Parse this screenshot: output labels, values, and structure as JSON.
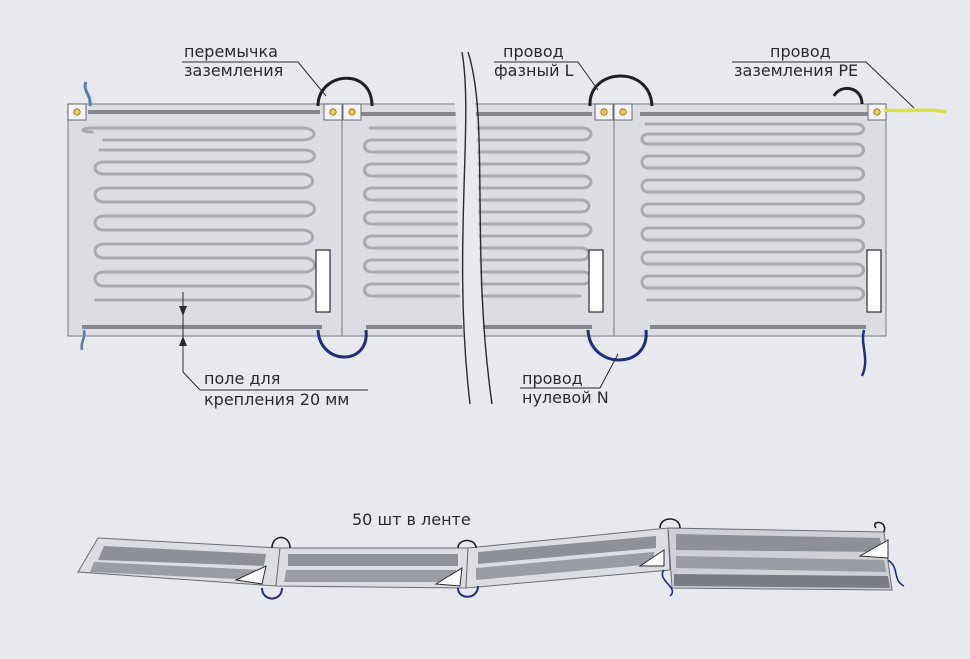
{
  "labels": {
    "ground_jumper": [
      "перемычка",
      "заземления"
    ],
    "phase_wire": [
      "провод",
      "фазный L"
    ],
    "ground_wire": [
      "провод",
      "заземления PE"
    ],
    "mount_field": [
      "поле для",
      "крепления 20 мм"
    ],
    "neutral_wire": [
      "провод",
      "нулевой N"
    ],
    "roll_caption": "50 шт в ленте"
  },
  "colors": {
    "background": "#e8e9ee",
    "panel": "#dcdde2",
    "heating_cable": "#a8aab2",
    "busbar": "#85878f",
    "phase_wire": "#1f1f24",
    "neutral_wire": "#1f2f7a",
    "ground_wire": "#d8e04a",
    "terminal": "#e8c94a"
  }
}
